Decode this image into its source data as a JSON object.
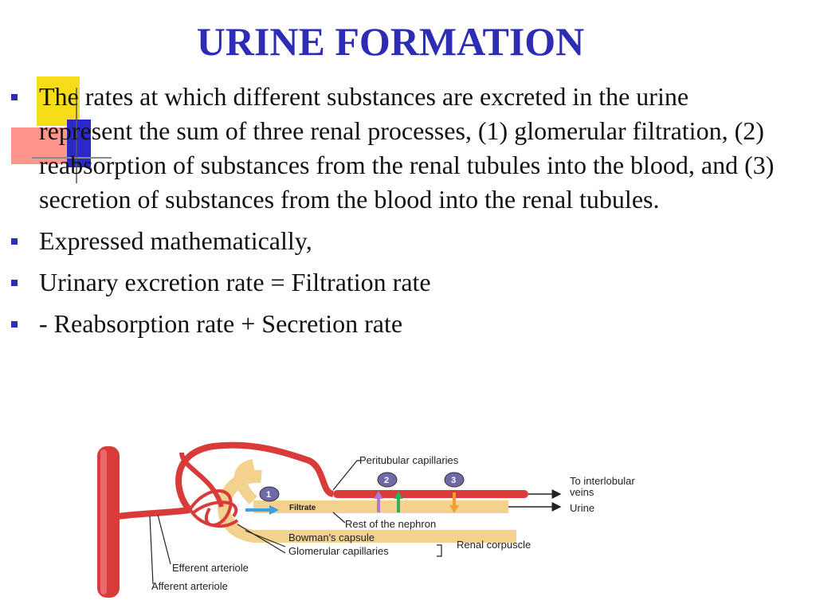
{
  "slide": {
    "title": "URINE FORMATION",
    "bullets": [
      "The rates at which different substances are excreted in the urine represent the sum of three renal processes, (1) glomerular filtration, (2) reabsorption of substances from the renal tubules into the blood, and (3) secretion of substances from the blood into the renal tubules.",
      "Expressed mathematically,",
      "Urinary excretion rate = Filtration rate",
      "- Reabsorption rate + Secretion rate"
    ]
  },
  "diagram": {
    "labels": {
      "peritubular": "Peritubular capillaries",
      "to_interlobular_1": "To interlobular",
      "to_interlobular_2": "veins",
      "urine": "Urine",
      "filtrate": "Filtrate",
      "rest": "Rest of the nephron",
      "bowman": "Bowman's capsule",
      "glomerular": "Glomerular capillaries",
      "renal_corpuscle": "Renal corpuscle",
      "efferent": "Efferent arteriole",
      "afferent": "Afferent arteriole"
    },
    "steps": [
      "1",
      "2",
      "3"
    ],
    "colors": {
      "vessel": "#d93a3a",
      "vessel_dark": "#a82020",
      "tubule": "#f2d28e",
      "step_badge": "#6e6aa8",
      "filtration_arrow": "#3aa0e0",
      "reabsorption_arrow_1": "#b07ad0",
      "reabsorption_arrow_2": "#2eae5e",
      "secretion_arrow": "#f0a030"
    }
  }
}
